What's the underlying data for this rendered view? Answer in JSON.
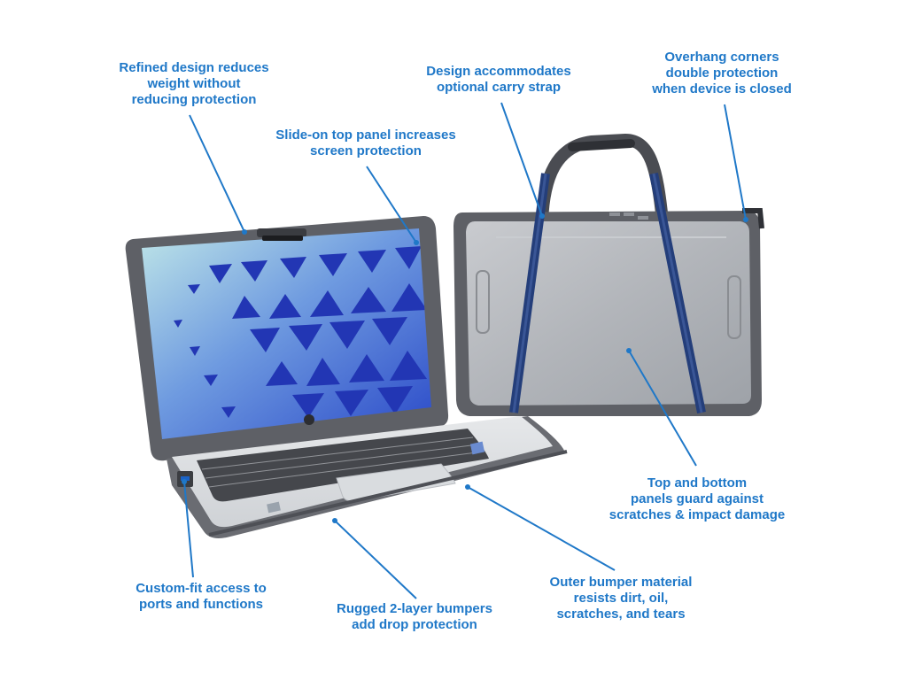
{
  "colors": {
    "callout_text": "#1f78c8",
    "leader_line": "#1f78c8",
    "case_dark": "#5e6066",
    "case_clear": "#b9bcc1",
    "strap": "#243e7a",
    "screen_blue": "#1f3fb8"
  },
  "callouts": {
    "refined": [
      "Refined design reduces",
      "weight without",
      "reducing protection"
    ],
    "carry": [
      "Design accommodates",
      "optional carry strap"
    ],
    "overhang": [
      "Overhang corners",
      "double protection",
      "when device is closed"
    ],
    "slide": [
      "Slide-on top panel increases",
      "screen protection"
    ],
    "panels": [
      "Top and bottom",
      "panels guard against",
      "scratches & impact damage"
    ],
    "ports": [
      "Custom-fit access to",
      "ports and functions"
    ],
    "bumpers": [
      "Rugged 2-layer bumpers",
      "add drop protection"
    ],
    "outer": [
      "Outer bumper material",
      "resists dirt, oil,",
      "scratches, and tears"
    ]
  },
  "icons": {
    "laptop": "laptop-in-case-icon",
    "closed_case": "closed-case-with-strap-icon"
  }
}
